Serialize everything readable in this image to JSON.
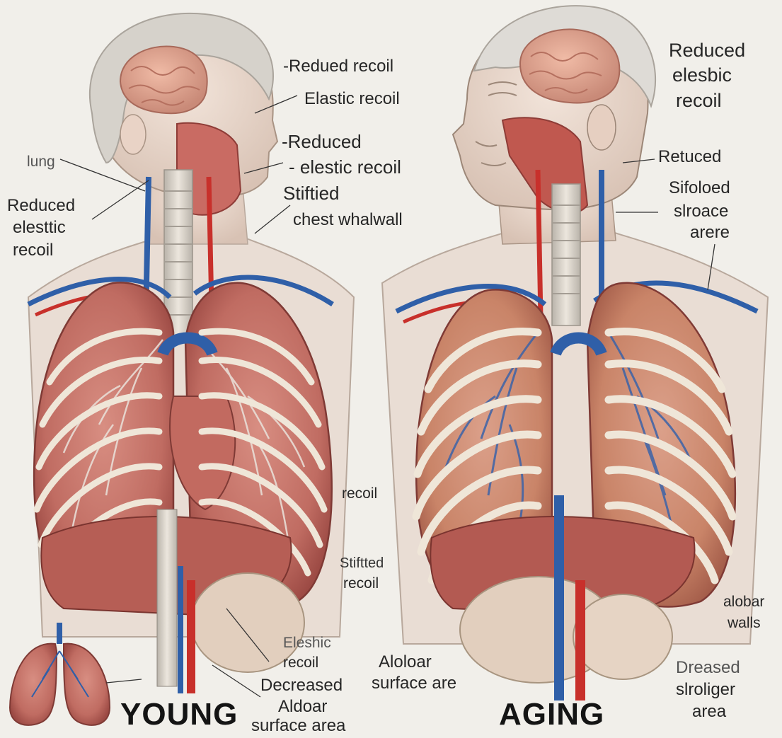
{
  "panels": {
    "young": {
      "title": "YOUNG",
      "labels": [
        "-Redued recoil",
        "Elastic recoil",
        "-Reduced",
        "- elestic recoil",
        "Stiftied",
        "chest whalwall",
        "lung",
        "Reduced",
        "elesttic",
        "recoil",
        "recoil",
        "Stiftted",
        "recoil",
        "Eleshic",
        "recoil",
        "Decreased",
        "Aldoar",
        "surface area"
      ]
    },
    "aging": {
      "title": "AGING",
      "labels": [
        "Reduced",
        "elesbic",
        "recoil",
        "Retuced",
        "Sifoloed",
        "slroace",
        "arere",
        "Aloloar",
        "surface are",
        "alobar",
        "walls",
        "Dreased",
        "slroliger",
        "area"
      ]
    }
  },
  "colors": {
    "background": "#f1efea",
    "lung": "#c97a6f",
    "lung_dark": "#9c4a44",
    "vein": "#2f5fa8",
    "artery": "#c8302b",
    "rib": "#ece4d4",
    "skin": "#e7d5c8",
    "hair": "#d9d6d0",
    "brain": "#e3a894",
    "text": "#262626"
  }
}
